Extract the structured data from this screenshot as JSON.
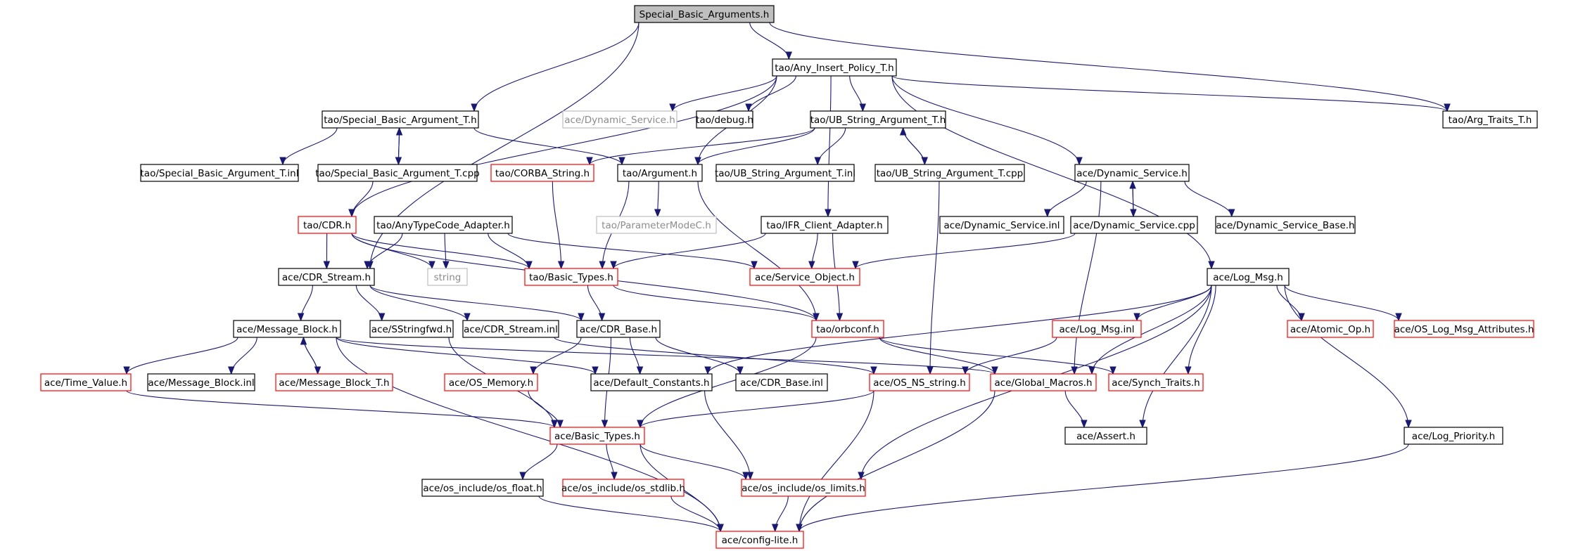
{
  "nodes": [
    {
      "id": "root",
      "label": "Special_Basic_Arguments.h",
      "style": "root"
    },
    {
      "id": "anyinsert",
      "label": "tao/Any_Insert_Policy_T.h",
      "style": "normal"
    },
    {
      "id": "sbat",
      "label": "tao/Special_Basic_Argument_T.h",
      "style": "normal"
    },
    {
      "id": "dynsvc_gray",
      "label": "ace/Dynamic_Service.h",
      "style": "gray"
    },
    {
      "id": "debug",
      "label": "tao/debug.h",
      "style": "normal"
    },
    {
      "id": "ubstr",
      "label": "tao/UB_String_Argument_T.h",
      "style": "normal"
    },
    {
      "id": "argtraits",
      "label": "tao/Arg_Traits_T.h",
      "style": "normal"
    },
    {
      "id": "sbat_inl",
      "label": "tao/Special_Basic_Argument_T.inl",
      "style": "normal"
    },
    {
      "id": "sbat_cpp",
      "label": "tao/Special_Basic_Argument_T.cpp",
      "style": "normal"
    },
    {
      "id": "corbastr",
      "label": "tao/CORBA_String.h",
      "style": "red"
    },
    {
      "id": "argument",
      "label": "tao/Argument.h",
      "style": "normal"
    },
    {
      "id": "ubstr_inl",
      "label": "tao/UB_String_Argument_T.inl",
      "style": "normal"
    },
    {
      "id": "ubstr_cpp",
      "label": "tao/UB_String_Argument_T.cpp",
      "style": "normal"
    },
    {
      "id": "dynsvc",
      "label": "ace/Dynamic_Service.h",
      "style": "normal"
    },
    {
      "id": "cdr",
      "label": "tao/CDR.h",
      "style": "red"
    },
    {
      "id": "anytc",
      "label": "tao/AnyTypeCode_Adapter.h",
      "style": "normal"
    },
    {
      "id": "parammode",
      "label": "tao/ParameterModeC.h",
      "style": "gray"
    },
    {
      "id": "ifr",
      "label": "tao/IFR_Client_Adapter.h",
      "style": "normal"
    },
    {
      "id": "dynsvc_inl",
      "label": "ace/Dynamic_Service.inl",
      "style": "normal"
    },
    {
      "id": "dynsvc_cpp",
      "label": "ace/Dynamic_Service.cpp",
      "style": "normal"
    },
    {
      "id": "dynsvc_base",
      "label": "ace/Dynamic_Service_Base.h",
      "style": "normal"
    },
    {
      "id": "cdrstream",
      "label": "ace/CDR_Stream.h",
      "style": "normal"
    },
    {
      "id": "string",
      "label": "string",
      "style": "gray"
    },
    {
      "id": "taobasic",
      "label": "tao/Basic_Types.h",
      "style": "red"
    },
    {
      "id": "svcobj",
      "label": "ace/Service_Object.h",
      "style": "red"
    },
    {
      "id": "logmsg",
      "label": "ace/Log_Msg.h",
      "style": "normal"
    },
    {
      "id": "msgblock",
      "label": "ace/Message_Block.h",
      "style": "normal"
    },
    {
      "id": "sstringfwd",
      "label": "ace/SStringfwd.h",
      "style": "normal"
    },
    {
      "id": "cdrstream_inl",
      "label": "ace/CDR_Stream.inl",
      "style": "normal"
    },
    {
      "id": "cdrbase",
      "label": "ace/CDR_Base.h",
      "style": "normal"
    },
    {
      "id": "orbconf",
      "label": "tao/orbconf.h",
      "style": "red"
    },
    {
      "id": "logmsg_inl",
      "label": "ace/Log_Msg.inl",
      "style": "red"
    },
    {
      "id": "atomic",
      "label": "ace/Atomic_Op.h",
      "style": "red"
    },
    {
      "id": "oslogattr",
      "label": "ace/OS_Log_Msg_Attributes.h",
      "style": "red"
    },
    {
      "id": "timevalue",
      "label": "ace/Time_Value.h",
      "style": "red"
    },
    {
      "id": "msgblock_inl",
      "label": "ace/Message_Block.inl",
      "style": "normal"
    },
    {
      "id": "msgblock_t",
      "label": "ace/Message_Block_T.h",
      "style": "red"
    },
    {
      "id": "osmemory",
      "label": "ace/OS_Memory.h",
      "style": "red"
    },
    {
      "id": "defconst",
      "label": "ace/Default_Constants.h",
      "style": "normal"
    },
    {
      "id": "cdrbase_inl",
      "label": "ace/CDR_Base.inl",
      "style": "normal"
    },
    {
      "id": "osns",
      "label": "ace/OS_NS_string.h",
      "style": "red"
    },
    {
      "id": "globmacros",
      "label": "ace/Global_Macros.h",
      "style": "red"
    },
    {
      "id": "synch",
      "label": "ace/Synch_Traits.h",
      "style": "red"
    },
    {
      "id": "acebasic",
      "label": "ace/Basic_Types.h",
      "style": "red"
    },
    {
      "id": "assert",
      "label": "ace/Assert.h",
      "style": "normal"
    },
    {
      "id": "logprio",
      "label": "ace/Log_Priority.h",
      "style": "normal"
    },
    {
      "id": "osfloat",
      "label": "ace/os_include/os_float.h",
      "style": "normal"
    },
    {
      "id": "osstdlib",
      "label": "ace/os_include/os_stdlib.h",
      "style": "red"
    },
    {
      "id": "oslimits",
      "label": "ace/os_include/os_limits.h",
      "style": "red"
    },
    {
      "id": "configlite",
      "label": "ace/config-lite.h",
      "style": "red"
    }
  ],
  "edges": [
    [
      "root",
      "anyinsert"
    ],
    [
      "root",
      "sbat"
    ],
    [
      "root",
      "argtraits"
    ],
    [
      "root",
      "cdrstream"
    ],
    [
      "anyinsert",
      "dynsvc_gray"
    ],
    [
      "anyinsert",
      "debug"
    ],
    [
      "anyinsert",
      "ubstr"
    ],
    [
      "anyinsert",
      "argtraits"
    ],
    [
      "anyinsert",
      "argument"
    ],
    [
      "anyinsert",
      "cdr"
    ],
    [
      "anyinsert",
      "dynsvc"
    ],
    [
      "anyinsert",
      "ifr"
    ],
    [
      "anyinsert",
      "logmsg"
    ],
    [
      "sbat",
      "sbat_inl"
    ],
    [
      "sbat",
      "sbat_cpp"
    ],
    [
      "sbat",
      "argument"
    ],
    [
      "sbat_cpp",
      "sbat"
    ],
    [
      "sbat_cpp",
      "cdr"
    ],
    [
      "ubstr",
      "corbastr"
    ],
    [
      "ubstr",
      "argument"
    ],
    [
      "ubstr",
      "ubstr_inl"
    ],
    [
      "ubstr",
      "ubstr_cpp"
    ],
    [
      "ubstr_cpp",
      "ubstr"
    ],
    [
      "ubstr_cpp",
      "osns"
    ],
    [
      "corbastr",
      "taobasic"
    ],
    [
      "argument",
      "taobasic"
    ],
    [
      "argument",
      "parammode"
    ],
    [
      "argument",
      "orbconf"
    ],
    [
      "dynsvc",
      "dynsvc_inl"
    ],
    [
      "dynsvc",
      "dynsvc_cpp"
    ],
    [
      "dynsvc",
      "dynsvc_base"
    ],
    [
      "dynsvc",
      "globmacros"
    ],
    [
      "dynsvc_cpp",
      "dynsvc"
    ],
    [
      "dynsvc_cpp",
      "svcobj"
    ],
    [
      "cdr",
      "cdrstream"
    ],
    [
      "cdr",
      "string"
    ],
    [
      "cdr",
      "taobasic"
    ],
    [
      "cdr",
      "orbconf"
    ],
    [
      "anytc",
      "cdrstream"
    ],
    [
      "anytc",
      "string"
    ],
    [
      "anytc",
      "taobasic"
    ],
    [
      "anytc",
      "svcobj"
    ],
    [
      "ifr",
      "taobasic"
    ],
    [
      "ifr",
      "svcobj"
    ],
    [
      "ifr",
      "orbconf"
    ],
    [
      "cdrstream",
      "msgblock"
    ],
    [
      "cdrstream",
      "sstringfwd"
    ],
    [
      "cdrstream",
      "cdrstream_inl"
    ],
    [
      "cdrstream",
      "cdrbase"
    ],
    [
      "taobasic",
      "cdrbase"
    ],
    [
      "taobasic",
      "orbconf"
    ],
    [
      "logmsg",
      "logmsg_inl"
    ],
    [
      "logmsg",
      "atomic"
    ],
    [
      "logmsg",
      "oslogattr"
    ],
    [
      "logmsg",
      "globmacros"
    ],
    [
      "logmsg",
      "synch"
    ],
    [
      "logmsg",
      "assert"
    ],
    [
      "logmsg",
      "logprio"
    ],
    [
      "logmsg",
      "oslimits"
    ],
    [
      "logmsg",
      "defconst"
    ],
    [
      "msgblock",
      "timevalue"
    ],
    [
      "msgblock",
      "msgblock_inl"
    ],
    [
      "msgblock",
      "msgblock_t"
    ],
    [
      "msgblock",
      "defconst"
    ],
    [
      "msgblock",
      "globmacros"
    ],
    [
      "msgblock",
      "configlite"
    ],
    [
      "msgblock_t",
      "msgblock"
    ],
    [
      "sstringfwd",
      "acebasic"
    ],
    [
      "cdrstream_inl",
      "osns"
    ],
    [
      "cdrbase",
      "acebasic"
    ],
    [
      "cdrbase",
      "defconst"
    ],
    [
      "cdrbase",
      "cdrbase_inl"
    ],
    [
      "cdrbase",
      "osmemory"
    ],
    [
      "orbconf",
      "acebasic"
    ],
    [
      "orbconf",
      "globmacros"
    ],
    [
      "orbconf",
      "synch"
    ],
    [
      "logmsg_inl",
      "osns"
    ],
    [
      "timevalue",
      "acebasic"
    ],
    [
      "osmemory",
      "acebasic"
    ],
    [
      "defconst",
      "oslimits"
    ],
    [
      "osns",
      "acebasic"
    ],
    [
      "osns",
      "configlite"
    ],
    [
      "globmacros",
      "assert"
    ],
    [
      "globmacros",
      "configlite"
    ],
    [
      "acebasic",
      "osfloat"
    ],
    [
      "acebasic",
      "osstdlib"
    ],
    [
      "acebasic",
      "oslimits"
    ],
    [
      "acebasic",
      "configlite"
    ],
    [
      "osfloat",
      "configlite"
    ],
    [
      "osstdlib",
      "configlite"
    ],
    [
      "oslimits",
      "configlite"
    ],
    [
      "logprio",
      "configlite"
    ]
  ]
}
